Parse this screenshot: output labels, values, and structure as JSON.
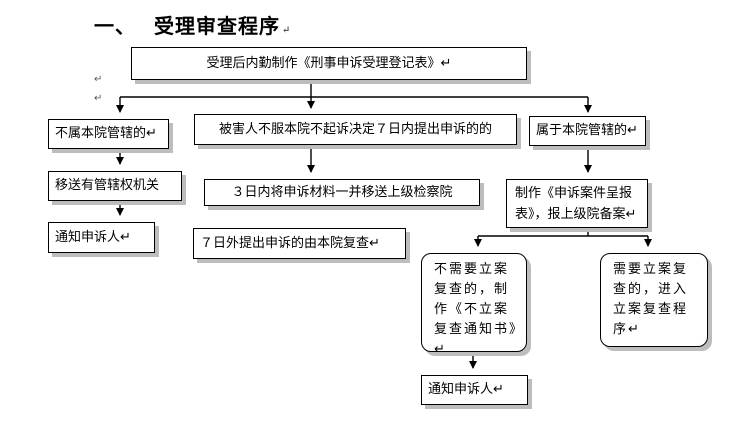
{
  "title": {
    "number": "一、",
    "text": "受理审查程序",
    "mark": "↵"
  },
  "stray_marks": [
    "↵",
    "↵"
  ],
  "nodes": {
    "top": "受理后内勤制作《刑事申诉受理登记表》↵",
    "not_jurisdiction": "不属本院管辖的↵",
    "transfer": "移送有管辖权机关",
    "notify_left": "通知申诉人↵",
    "victim": "被害人不服本院不起诉决定７日内提出申诉的的",
    "within7": "３日内将申诉材料一并移送上级检察院",
    "after7": "７日外提出申诉的由本院复查↵",
    "jurisdiction": "属于本院管辖的↵",
    "report": "制作《申诉案件呈报表》，报上级院备案↵",
    "no_case": "不需要立案复查的，制作《不立案复查通知书》↵",
    "case_review": "需要立案复查的，进入立案复查程序↵",
    "notify_bottom": "通知申诉人↵"
  }
}
